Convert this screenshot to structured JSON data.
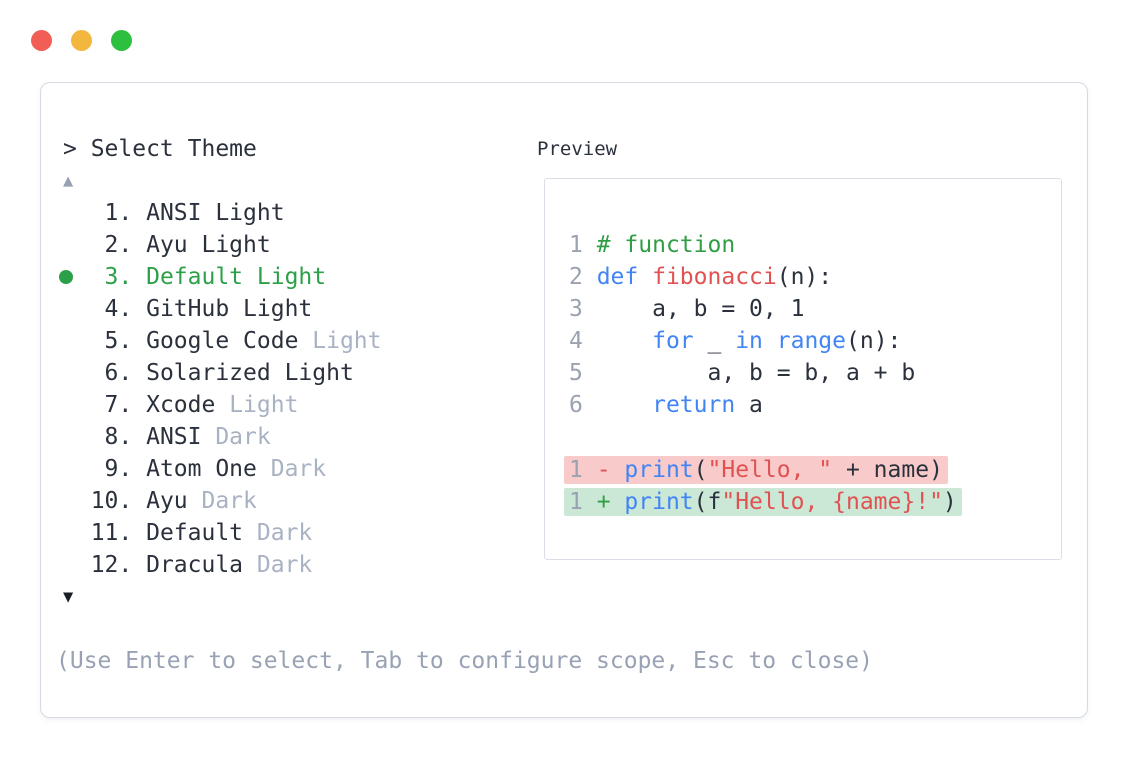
{
  "window": {
    "traffic_lights": [
      {
        "name": "close",
        "color": "#f25d55"
      },
      {
        "name": "minimize",
        "color": "#f3b63e"
      },
      {
        "name": "zoom",
        "color": "#2cc03e"
      }
    ]
  },
  "theme_picker": {
    "prompt": "> Select Theme",
    "scroll_up": "▲",
    "scroll_down": "▼",
    "items": [
      {
        "number": "1.",
        "name": "ANSI Light",
        "muted_suffix": "",
        "selected": false
      },
      {
        "number": "2.",
        "name": "Ayu Light",
        "muted_suffix": "",
        "selected": false
      },
      {
        "number": "3.",
        "name": "Default Light",
        "muted_suffix": "",
        "selected": true
      },
      {
        "number": "4.",
        "name": "GitHub Light",
        "muted_suffix": "",
        "selected": false
      },
      {
        "number": "5.",
        "name": "Google Code",
        "muted_suffix": " Light",
        "selected": false
      },
      {
        "number": "6.",
        "name": "Solarized Light",
        "muted_suffix": "",
        "selected": false
      },
      {
        "number": "7.",
        "name": "Xcode",
        "muted_suffix": " Light",
        "selected": false
      },
      {
        "number": "8.",
        "name": "ANSI",
        "muted_suffix": " Dark",
        "selected": false
      },
      {
        "number": "9.",
        "name": "Atom One",
        "muted_suffix": " Dark",
        "selected": false
      },
      {
        "number": "10.",
        "name": "Ayu",
        "muted_suffix": " Dark",
        "selected": false
      },
      {
        "number": "11.",
        "name": "Default",
        "muted_suffix": " Dark",
        "selected": false
      },
      {
        "number": "12.",
        "name": "Dracula",
        "muted_suffix": " Dark",
        "selected": false
      }
    ],
    "hint": "(Use Enter to select, Tab to configure scope, Esc to close)"
  },
  "preview": {
    "label": "Preview",
    "code_lines": [
      {
        "number": "1",
        "tokens": [
          {
            "text": "# function",
            "type": "comment"
          }
        ]
      },
      {
        "number": "2",
        "tokens": [
          {
            "text": "def",
            "type": "keyword"
          },
          {
            "text": " ",
            "type": "plain"
          },
          {
            "text": "fibonacci",
            "type": "function"
          },
          {
            "text": "(n):",
            "type": "plain"
          }
        ]
      },
      {
        "number": "3",
        "tokens": [
          {
            "text": "    a, b = 0, 1",
            "type": "plain"
          }
        ]
      },
      {
        "number": "4",
        "tokens": [
          {
            "text": "    ",
            "type": "plain"
          },
          {
            "text": "for",
            "type": "keyword"
          },
          {
            "text": " _ ",
            "type": "plain"
          },
          {
            "text": "in",
            "type": "keyword"
          },
          {
            "text": " ",
            "type": "plain"
          },
          {
            "text": "range",
            "type": "keyword"
          },
          {
            "text": "(n):",
            "type": "plain"
          }
        ]
      },
      {
        "number": "5",
        "tokens": [
          {
            "text": "        a, b = b, a + b",
            "type": "plain"
          }
        ]
      },
      {
        "number": "6",
        "tokens": [
          {
            "text": "    ",
            "type": "plain"
          },
          {
            "text": "return",
            "type": "keyword"
          },
          {
            "text": " a",
            "type": "plain"
          }
        ]
      }
    ],
    "diff_lines": [
      {
        "number": "1",
        "sign": "-",
        "kind": "removed",
        "tokens": [
          {
            "text": "print",
            "type": "keyword"
          },
          {
            "text": "(",
            "type": "plain"
          },
          {
            "text": "\"Hello, \"",
            "type": "string"
          },
          {
            "text": " + name)",
            "type": "plain"
          }
        ]
      },
      {
        "number": "1",
        "sign": "+",
        "kind": "added",
        "tokens": [
          {
            "text": "print",
            "type": "keyword"
          },
          {
            "text": "(f",
            "type": "plain"
          },
          {
            "text": "\"Hello, {name}!\"",
            "type": "string"
          },
          {
            "text": ")",
            "type": "plain"
          }
        ]
      }
    ]
  },
  "colors": {
    "text": "#2b313c",
    "muted": "#a9b2c3",
    "hint": "#98a2b4",
    "line_number": "#9aa2b0",
    "selected_green": "#2ca048",
    "plain": "#2b313c",
    "comment": "#2f9e44",
    "keyword": "#4184f4",
    "function": "#e05252",
    "string": "#e05252",
    "diff_removed_bg": "#f8caca",
    "diff_added_bg": "#cbe7d6",
    "diff_removed_sign": "#e05252",
    "diff_added_sign": "#2f9e44",
    "panel_border": "#d6dae3",
    "preview_border": "#dbdee6"
  }
}
